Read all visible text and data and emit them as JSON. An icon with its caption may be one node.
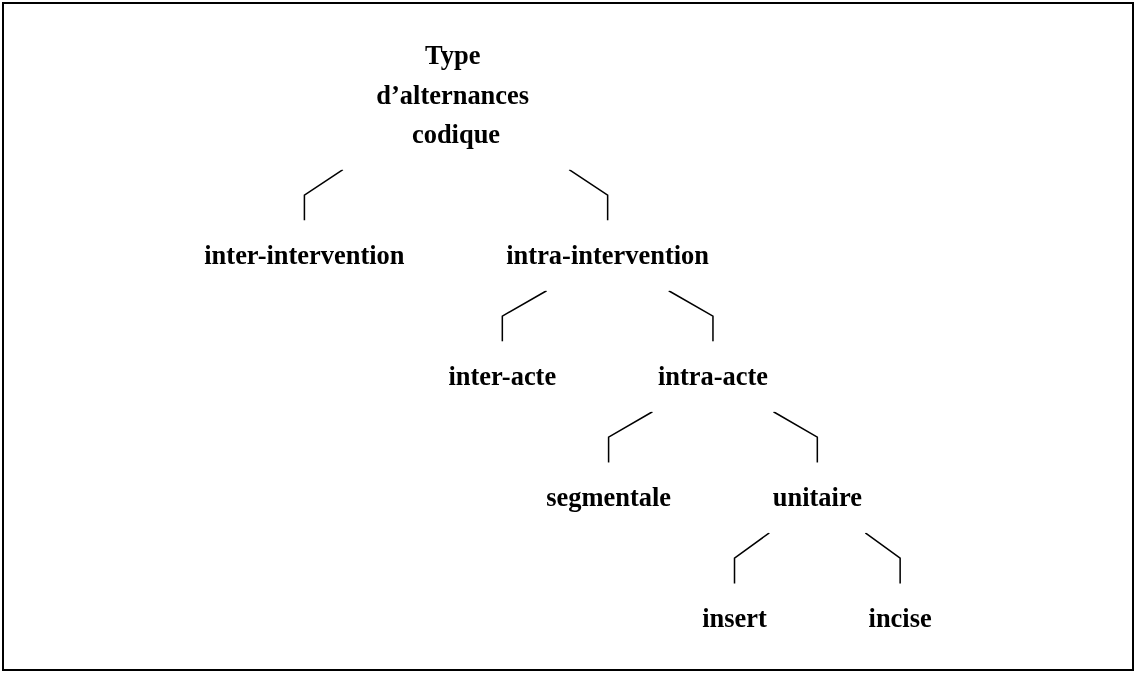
{
  "diagram": {
    "nodes": [
      {
        "text": [
          "Type d’alternances codique"
        ]
      },
      {
        "text": [
          "inter-intervention"
        ]
      },
      {
        "text": [
          "intra-intervention"
        ]
      },
      {
        "text": [
          "inter-acte"
        ]
      },
      {
        "text": [
          "intra-acte"
        ]
      },
      {
        "text": [
          "segmentale"
        ]
      },
      {
        "text": [
          "unitaire"
        ]
      },
      {
        "text": [
          "insert"
        ]
      },
      {
        "text": [
          "incise"
        ]
      }
    ],
    "edges": [
      {
        "from": 0,
        "to": 1,
        "arrow": "none"
      },
      {
        "from": 0,
        "to": 2,
        "arrow": "none"
      },
      {
        "from": 2,
        "to": 3,
        "arrow": "none"
      },
      {
        "from": 2,
        "to": 4,
        "arrow": "none"
      },
      {
        "from": 4,
        "to": 5,
        "arrow": "none"
      },
      {
        "from": 4,
        "to": 6,
        "arrow": "none"
      },
      {
        "from": 6,
        "to": 7,
        "arrow": "none"
      },
      {
        "from": 6,
        "to": 8,
        "arrow": "none"
      }
    ]
  }
}
